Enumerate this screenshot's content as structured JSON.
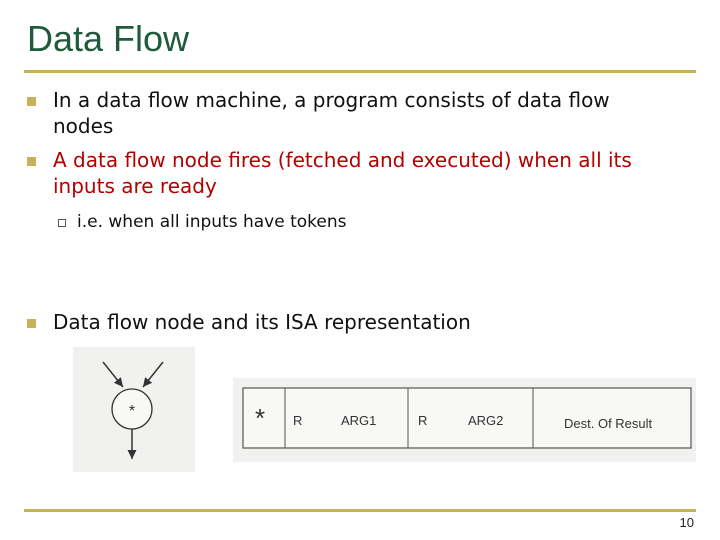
{
  "slide": {
    "title": "Data Flow",
    "bullets": [
      "In a data flow machine, a program consists of data flow nodes",
      "A data flow node fires (fetched and executed) when all its inputs are ready",
      "Data flow node and its ISA representation"
    ],
    "sub_bullet": "i.e. when all inputs have tokens",
    "page_number": "10"
  },
  "node_diagram": {
    "operator": "*"
  },
  "isa_format": {
    "fields": [
      "*",
      "R",
      "ARG1",
      "R",
      "ARG2",
      "Dest. Of Result"
    ]
  },
  "colors": {
    "title": "#1f5a3a",
    "rule": "#c9b15a",
    "bullet": "#c9b15a",
    "highlight": "#b30000"
  }
}
